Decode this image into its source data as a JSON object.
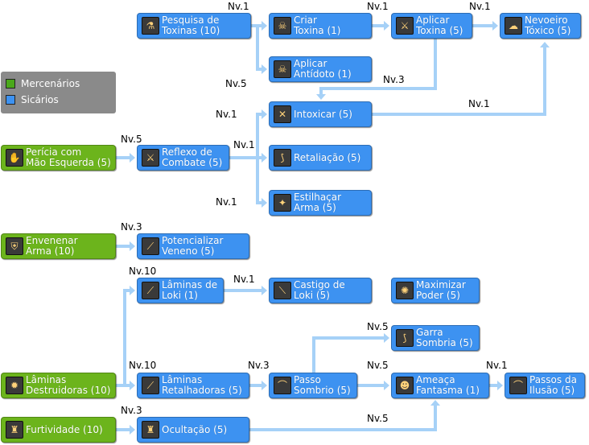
{
  "legend": {
    "items": [
      {
        "label": "Mercenários",
        "color": "#4aa81a"
      },
      {
        "label": "Sicários",
        "color": "#3d92f1"
      }
    ]
  },
  "colors": {
    "sicarios": "#3d92f1",
    "mercenarios": "#6cb41c",
    "connector": "#a6d1f7"
  },
  "skills": [
    {
      "id": "pesquisa_toxinas",
      "label": "Pesquisa de\nToxinas (10)",
      "kind": "sicarios",
      "icon": "pot"
    },
    {
      "id": "criar_toxina",
      "label": "Criar\nToxina (1)",
      "kind": "sicarios",
      "icon": "skull"
    },
    {
      "id": "aplicar_toxina",
      "label": "Aplicar\nToxina (5)",
      "kind": "sicarios",
      "icon": "dagger"
    },
    {
      "id": "nevoeiro_toxico",
      "label": "Nevoeiro\nTóxico (5)",
      "kind": "sicarios",
      "icon": "cloud"
    },
    {
      "id": "aplicar_antidoto",
      "label": "Aplicar\nAntídoto (1)",
      "kind": "sicarios",
      "icon": "skull"
    },
    {
      "id": "intoxicar",
      "label": "Intoxicar (5)",
      "kind": "sicarios",
      "icon": "cross"
    },
    {
      "id": "retaliacao",
      "label": "Retaliação (5)",
      "kind": "sicarios",
      "icon": "claw"
    },
    {
      "id": "estilhacar_arma",
      "label": "Estilhaçar\nArma (5)",
      "kind": "sicarios",
      "icon": "shard"
    },
    {
      "id": "pericia_mao",
      "label": "Perícia com\nMão Esquerda (5)",
      "kind": "mercenarios",
      "icon": "hand"
    },
    {
      "id": "reflexo_combate",
      "label": "Reflexo de\nCombate (5)",
      "kind": "sicarios",
      "icon": "swords"
    },
    {
      "id": "envenenar_arma",
      "label": "Envenenar\nArma (10)",
      "kind": "mercenarios",
      "icon": "shield"
    },
    {
      "id": "potencializar_veneno",
      "label": "Potencializar\nVeneno (5)",
      "kind": "sicarios",
      "icon": "blade"
    },
    {
      "id": "laminas_loki",
      "label": "Lâminas de\nLoki (1)",
      "kind": "sicarios",
      "icon": "blade"
    },
    {
      "id": "castigo_loki",
      "label": "Castigo de\nLoki (5)",
      "kind": "sicarios",
      "icon": "slash"
    },
    {
      "id": "maximizar_poder",
      "label": "Maximizar\nPoder (5)",
      "kind": "sicarios",
      "icon": "burst"
    },
    {
      "id": "garra_sombria",
      "label": "Garra\nSombria (5)",
      "kind": "sicarios",
      "icon": "claw"
    },
    {
      "id": "laminas_destruidoras",
      "label": "Lâminas\nDestruidoras (10)",
      "kind": "mercenarios",
      "icon": "flame"
    },
    {
      "id": "laminas_retalhadoras",
      "label": "Lâminas\nRetalhadoras (5)",
      "kind": "sicarios",
      "icon": "blade"
    },
    {
      "id": "passo_sombrio",
      "label": "Passo\nSombrio (5)",
      "kind": "sicarios",
      "icon": "bat"
    },
    {
      "id": "ameaca_fantasma",
      "label": "Ameaça\nFantasma (1)",
      "kind": "sicarios",
      "icon": "ghost"
    },
    {
      "id": "passos_ilusao",
      "label": "Passos da\nIlusão (5)",
      "kind": "sicarios",
      "icon": "bat"
    },
    {
      "id": "furtividade",
      "label": "Furtividade (10)",
      "kind": "mercenarios",
      "icon": "cloak"
    },
    {
      "id": "ocultacao",
      "label": "Ocultação (5)",
      "kind": "sicarios",
      "icon": "cloak"
    }
  ],
  "levels": [
    {
      "text": "Nv.1"
    },
    {
      "text": "Nv.1"
    },
    {
      "text": "Nv.1"
    },
    {
      "text": "Nv.5"
    },
    {
      "text": "Nv.3"
    },
    {
      "text": "Nv.1"
    },
    {
      "text": "Nv.1"
    },
    {
      "text": "Nv.5"
    },
    {
      "text": "Nv.1"
    },
    {
      "text": "Nv.1"
    },
    {
      "text": "Nv.3"
    },
    {
      "text": "Nv.10"
    },
    {
      "text": "Nv.1"
    },
    {
      "text": "Nv.5"
    },
    {
      "text": "Nv.10"
    },
    {
      "text": "Nv.3"
    },
    {
      "text": "Nv.5"
    },
    {
      "text": "Nv.1"
    },
    {
      "text": "Nv.3"
    },
    {
      "text": "Nv.5"
    }
  ]
}
